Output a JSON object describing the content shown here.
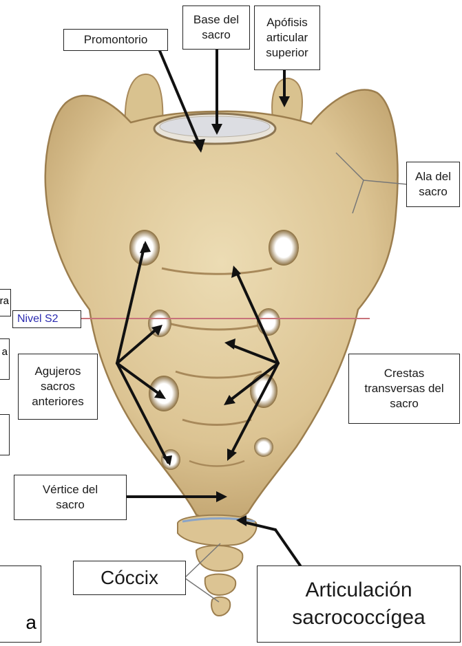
{
  "labels": {
    "promontorio": "Promontorio",
    "base": "Base del\nsacro",
    "apofisis": "Apófisis\narticular\nsuperior",
    "ala": "Ala del\nsacro",
    "nivel": "Nivel S2",
    "agujeros": "Agujeros\nsacros\nanteriores",
    "crestas": "Crestas\ntransversas del\nsacro",
    "vertice": "Vértice del\nsacro",
    "coccix": "Cóccix",
    "articulacion": "Articulación\nsacrococcígea"
  },
  "fragments": {
    "edge1": "ra",
    "edge2": "a",
    "edge3": "a"
  },
  "colors": {
    "bone": "#e2cda0",
    "bone_shadow": "#b99b64",
    "foramen": "#ffffff",
    "s2_line": "#c8727a",
    "nivel_text": "#2a2ab0"
  }
}
